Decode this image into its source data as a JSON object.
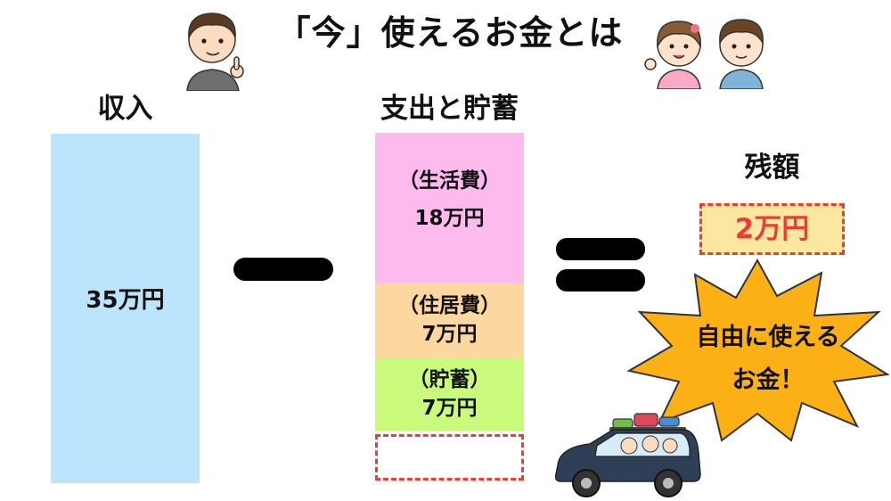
{
  "title": "「今」使えるお金とは",
  "income": {
    "label": "収入",
    "value": "35万円"
  },
  "expenses": {
    "label": "支出と貯蓄",
    "items": [
      {
        "name": "（生活費）",
        "value": "18万円",
        "color": "#fdbaec"
      },
      {
        "name": "（住居費）",
        "value": "7万円",
        "color": "#fdd7a0"
      },
      {
        "name": "（貯蓄）",
        "value": "7万円",
        "color": "#c9fa7b"
      }
    ]
  },
  "remainder": {
    "label": "残額",
    "value": "2万円",
    "callout_line1": "自由に使える",
    "callout_line2": "お金！"
  },
  "colors": {
    "income_bar": "#bde4fd",
    "accent_red": "#ef3b35",
    "burst": "#fbb116",
    "remainder_box": "#fbe7a0"
  }
}
